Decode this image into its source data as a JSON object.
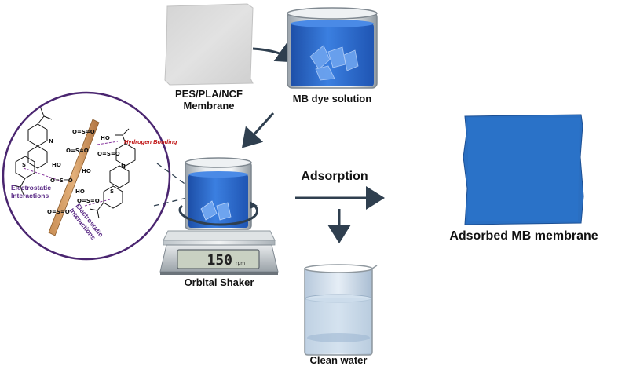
{
  "membrane_label_line1": "PES/PLA/NCF",
  "membrane_label_line2": "Membrane",
  "dye_solution_label": "MB dye solution",
  "shaker_label": "Orbital Shaker",
  "shaker_display": "150",
  "shaker_display_unit": "rpm",
  "adsorption_label": "Adsorption",
  "clean_water_label": "Clean water",
  "adsorbed_label": "Adsorbed MB membrane",
  "inset": {
    "hydrogen_bonding": "Hydrogen Bonding",
    "electrostatic_1_line1": "Electrostatic",
    "electrostatic_1_line2": "Interactions",
    "electrostatic_2_line1": "Electrostatic",
    "electrostatic_2_line2": "Interactions",
    "sulfonyl": "O=S=O",
    "hydroxyl": "HO",
    "nitrogen": "N",
    "sulfur": "S"
  },
  "colors": {
    "dye_blue": "#2e68c8",
    "membrane_blue": "#2a6fc2",
    "inset_border": "#4a2570",
    "arrow": "#2f3f4f"
  }
}
